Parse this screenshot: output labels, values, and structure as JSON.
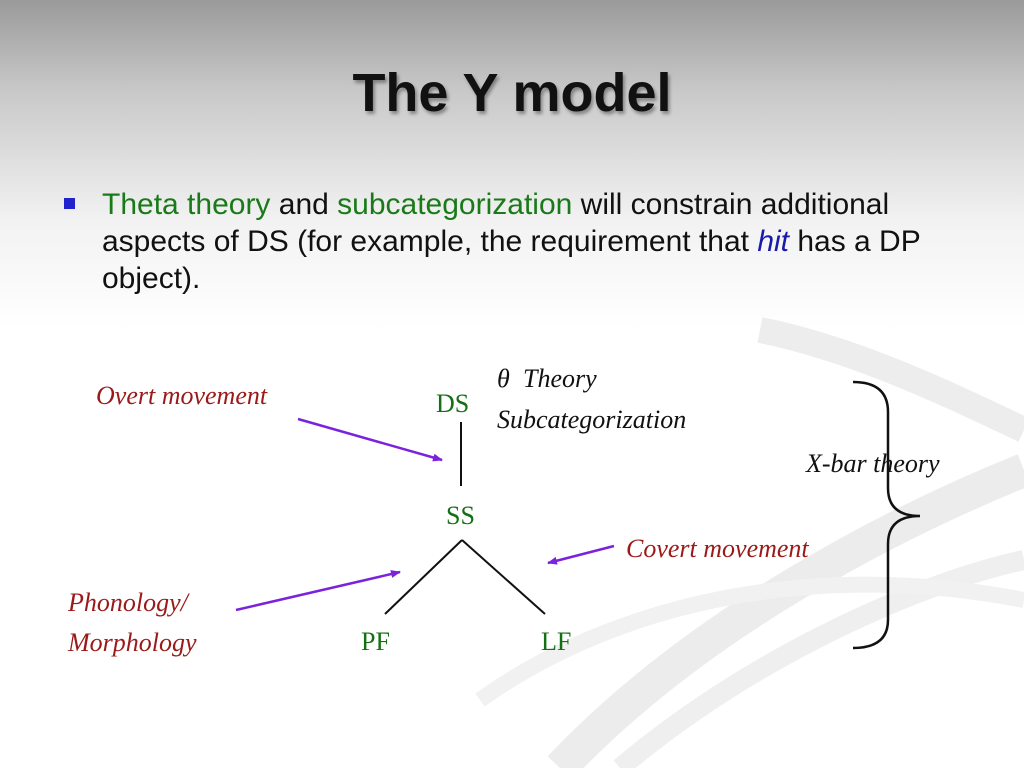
{
  "slide": {
    "title": "The Y model",
    "bullet": {
      "theta_theory": "Theta theory",
      "and": " and ",
      "subcategorization": "subcategorization",
      "rest_1": " will constrain additional aspects of DS (for example, the requirement that ",
      "hit": "hit",
      "rest_2": " has a DP object)."
    }
  },
  "diagram": {
    "nodes": {
      "ds": "DS",
      "ss": "SS",
      "pf": "PF",
      "lf": "LF"
    },
    "labels": {
      "overt_movement": "Overt movement",
      "theta_symbol": "θ",
      "theta_theory": "Theory",
      "subcategorization": "Subcategorization",
      "xbar_theory": "X-bar theory",
      "covert_movement": "Covert movement",
      "phonology": "Phonology/",
      "morphology": "Morphology"
    },
    "colors": {
      "node_text": "#147014",
      "annotation_text": "#9a1a1a",
      "arrow": "#7a22dd",
      "bullet_highlight": "#1a7a1a",
      "bullet_marker": "#2222cc"
    }
  }
}
